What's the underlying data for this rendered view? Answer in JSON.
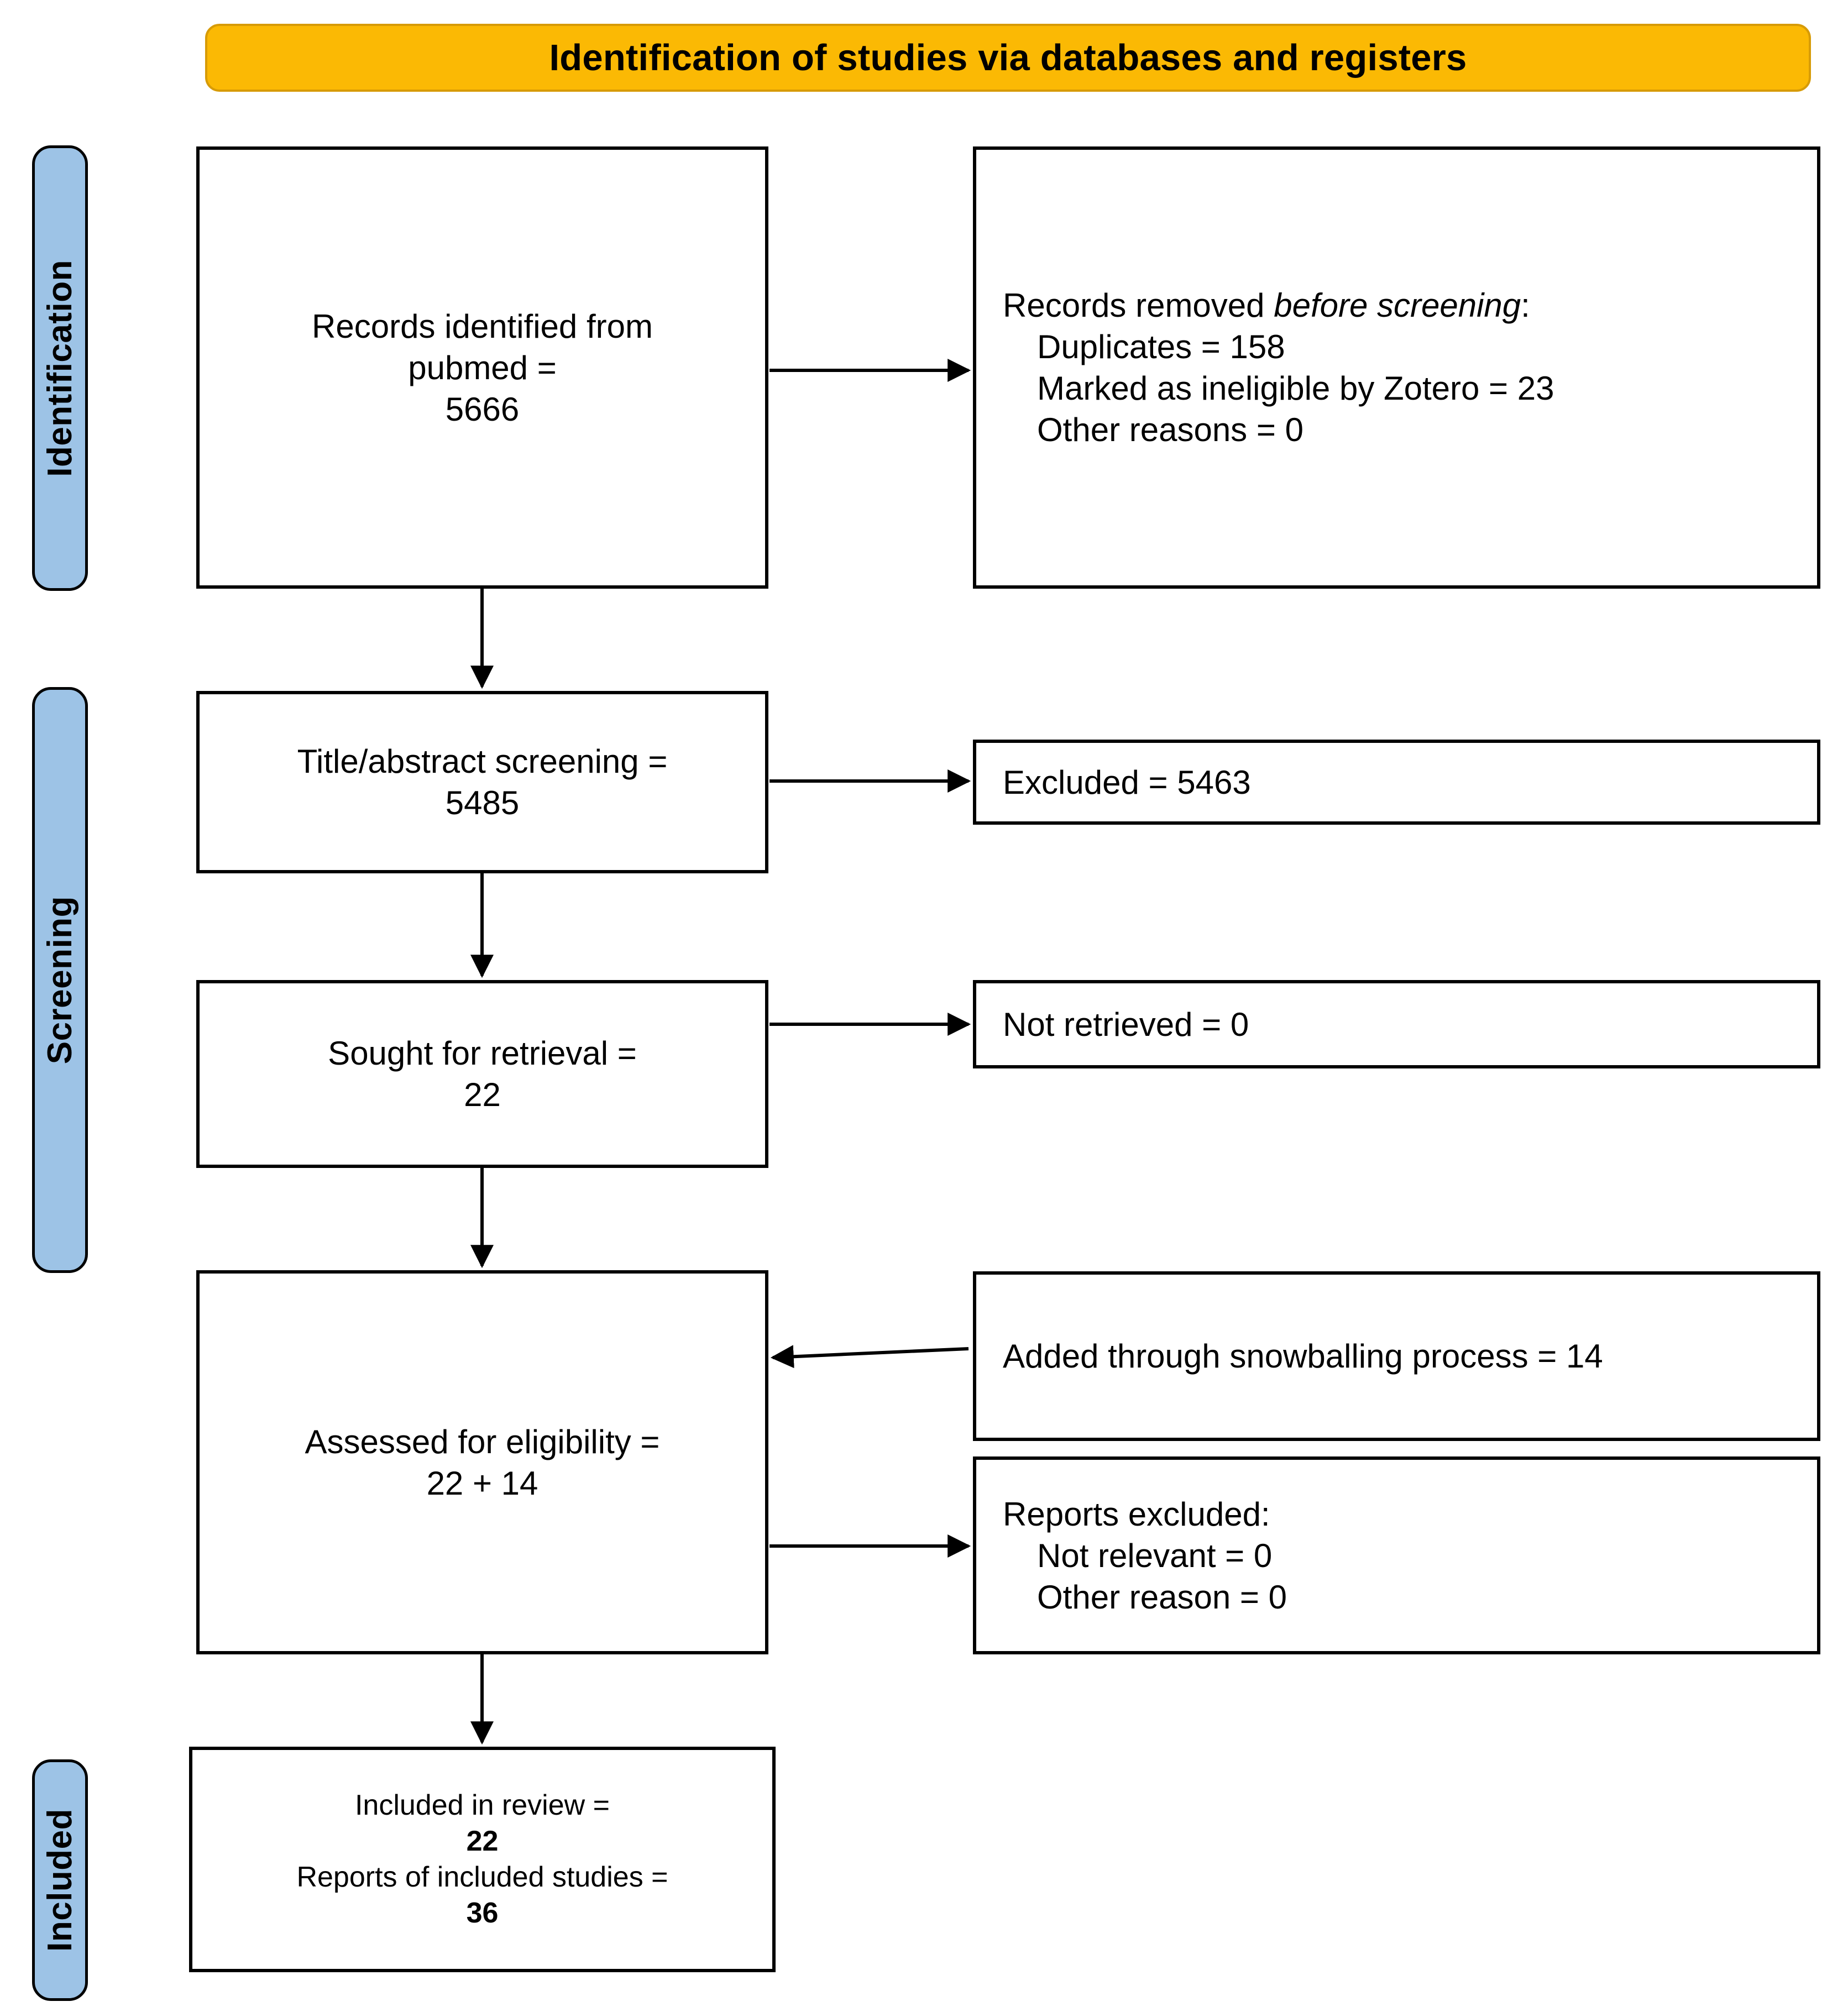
{
  "banner": {
    "title": "Identification of studies via databases and registers",
    "color": "#FBB904"
  },
  "stages": [
    {
      "label": "Identification"
    },
    {
      "label": "Screening"
    },
    {
      "label": "Included"
    }
  ],
  "boxes": {
    "records_identified": {
      "line1": "Records identified from",
      "line2": "pubmed =",
      "line3": "5666"
    },
    "records_removed": {
      "heading_prefix": "Records removed ",
      "heading_italic": "before screening",
      "heading_suffix": ":",
      "item1": "Duplicates = 158",
      "item2": "Marked as ineligible by Zotero = 23",
      "item3": "Other reasons = 0"
    },
    "title_abstract": {
      "line1": "Title/abstract screening =",
      "line2": "5485"
    },
    "excluded": {
      "line1": "Excluded = 5463"
    },
    "sought_retrieval": {
      "line1": "Sought for retrieval =",
      "line2": "22"
    },
    "not_retrieved": {
      "line1": "Not retrieved = 0"
    },
    "assessed_eligibility": {
      "line1": "Assessed for eligibility =",
      "line2": "22 + 14"
    },
    "snowballing": {
      "line1": "Added through snowballing process = 14"
    },
    "reports_excluded": {
      "heading": "Reports excluded:",
      "item1": "Not relevant = 0",
      "item2": "Other reason = 0"
    },
    "included_in_review": {
      "line1": "Included in review =",
      "line2": "22",
      "line3": "Reports of included studies =",
      "line4": "36"
    }
  }
}
